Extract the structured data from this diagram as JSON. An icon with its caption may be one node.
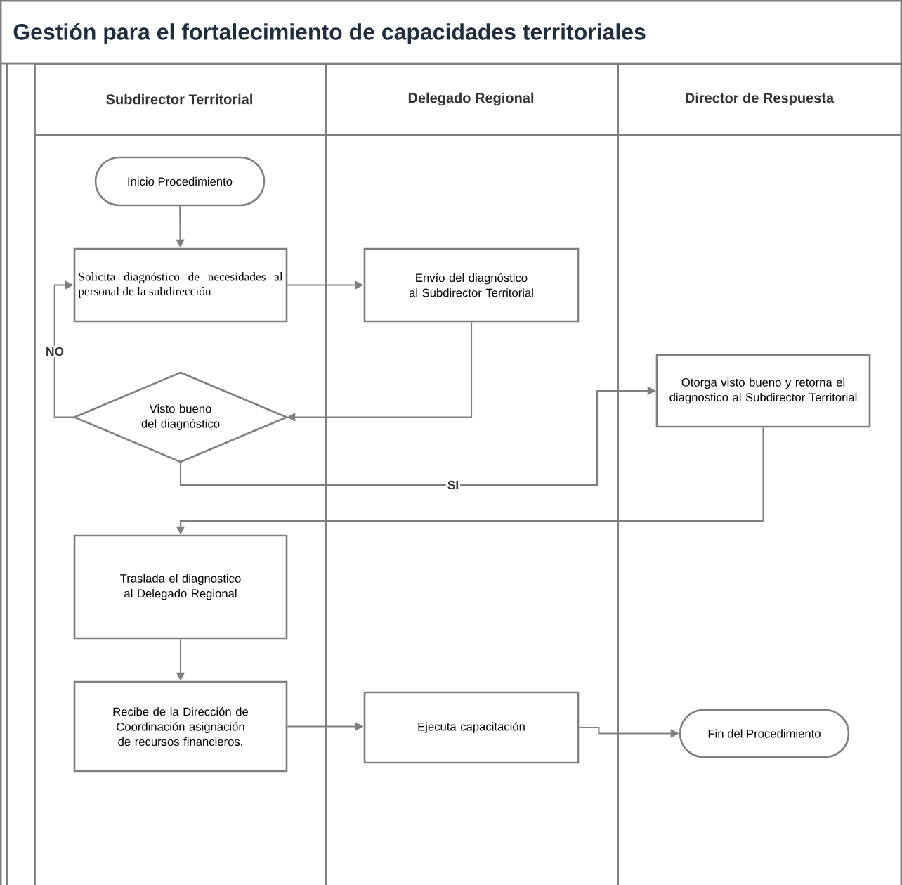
{
  "diagram": {
    "title": "Gestión para el fortalecimiento de capacidades territoriales",
    "nodes": [
      {
        "text": [
          "Subdirector Territorial"
        ]
      },
      {
        "text": [
          "Delegado Regional"
        ]
      },
      {
        "text": [
          "Director de Respuesta"
        ]
      },
      {
        "text": [
          "Inicio Procedimiento"
        ],
        "in": 0
      },
      {
        "text": [
          "Solicita diagnóstico de necesidades al personal de la subdirección"
        ],
        "in": 0
      },
      {
        "text": [
          "Envío del diagnóstico al Subdirector Territorial"
        ],
        "in": 1
      },
      {
        "text": [
          "Visto bueno del diagnóstico"
        ],
        "in": 0
      },
      {
        "text": [
          "Otorga visto bueno y retorna el diagnostico al Subdirector Territorial"
        ],
        "in": 2
      },
      {
        "text": [
          "Traslada el diagnostico al Delegado Regional"
        ],
        "in": 0
      },
      {
        "text": [
          "Recibe de la Dirección de Coordinación asignación de recursos financieros."
        ],
        "in": 0
      },
      {
        "text": [
          "Ejecuta capacitación"
        ],
        "in": 1
      },
      {
        "text": [
          "Fin del Procedimiento"
        ],
        "in": 2
      }
    ],
    "edges": [
      {
        "from": 3,
        "to": 4,
        "arrow": "to"
      },
      {
        "from": 4,
        "to": 5,
        "arrow": "to"
      },
      {
        "from": 5,
        "to": 6,
        "arrow": "to"
      },
      {
        "from": 6,
        "to": 4,
        "arrow": "to",
        "label": "NO"
      },
      {
        "from": 6,
        "to": 7,
        "arrow": "to",
        "label": "SI"
      },
      {
        "from": 7,
        "to": 8,
        "arrow": "to"
      },
      {
        "from": 8,
        "to": 9,
        "arrow": "to"
      },
      {
        "from": 9,
        "to": 10,
        "arrow": "to"
      },
      {
        "from": 10,
        "to": 11,
        "arrow": "to"
      }
    ]
  }
}
